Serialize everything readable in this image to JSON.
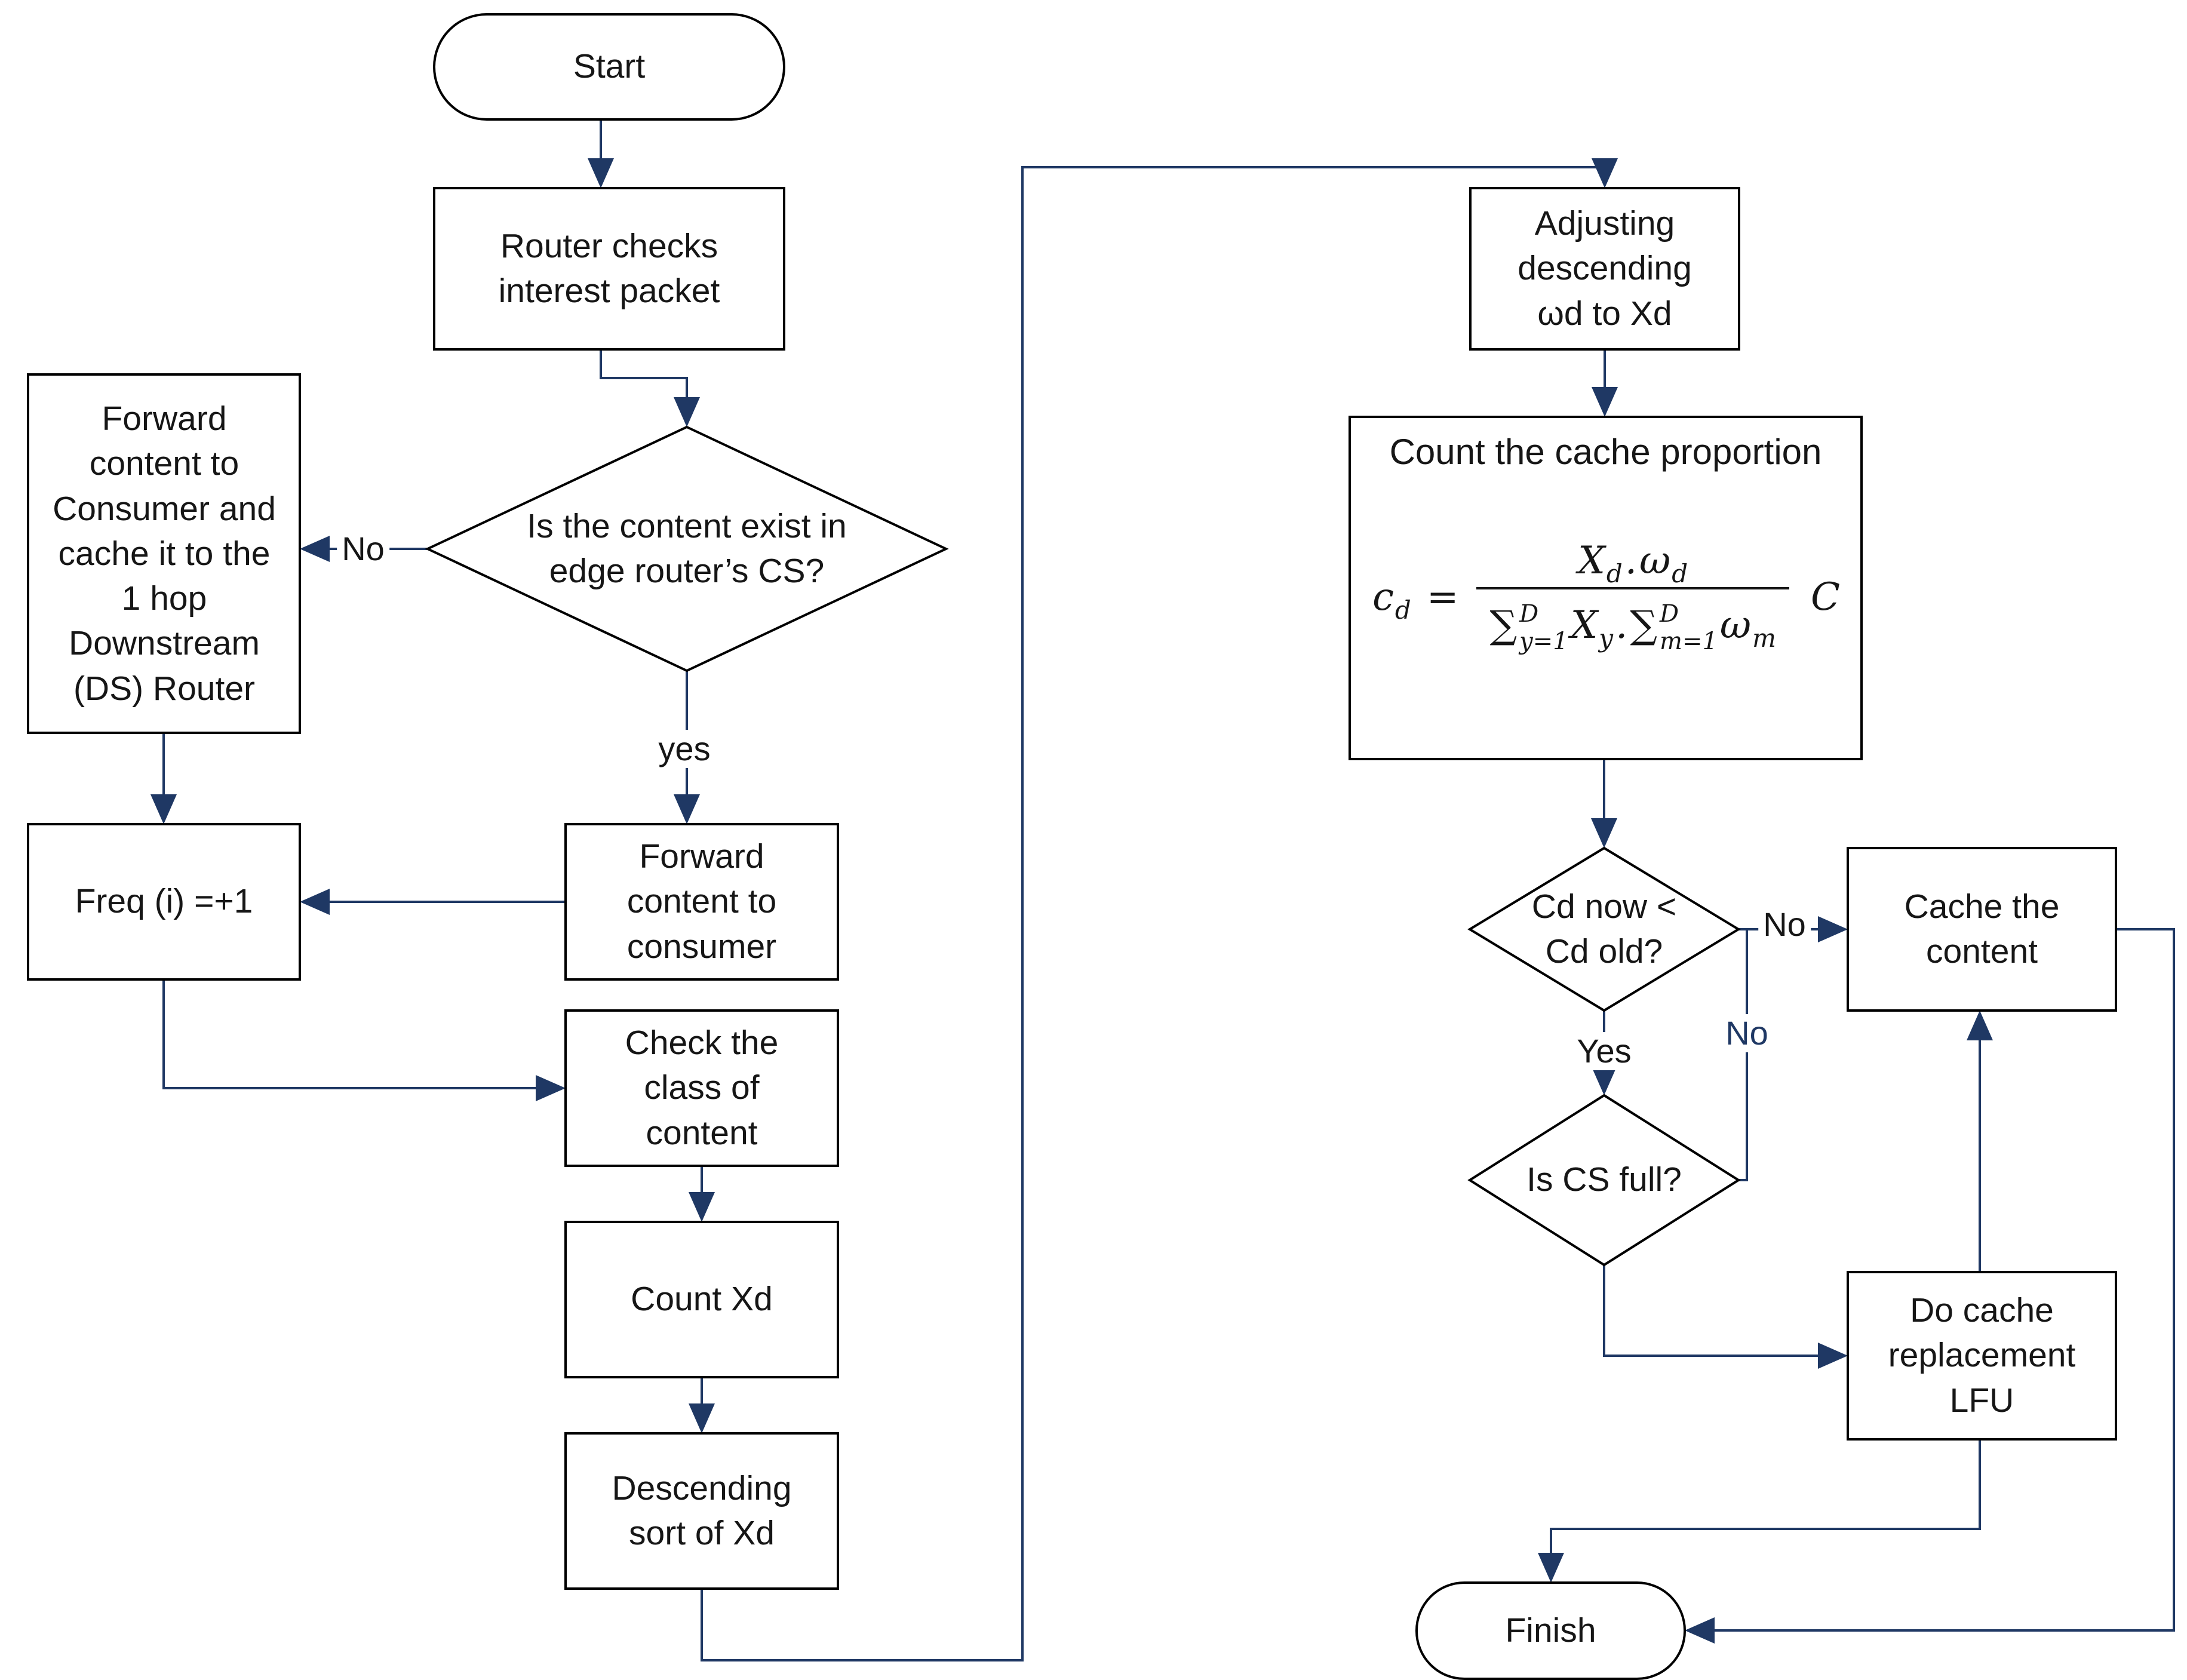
{
  "colors": {
    "connector": "#1f3864",
    "shape_border": "#000000",
    "text": "#161616",
    "background": "#ffffff",
    "edge_label_blue": "#1f3864"
  },
  "nodes": {
    "start": "Start",
    "router_checks": [
      "Router checks",
      "interest packet"
    ],
    "content_exists": [
      "Is the content exist in",
      "edge router’s CS?"
    ],
    "forward_downstream": [
      "Forward",
      "content to",
      "Consumer and",
      "cache it to the",
      "1 hop",
      "Downstream",
      "(DS) Router"
    ],
    "freq_increment": "Freq (i) =+1",
    "forward_consumer": [
      "Forward",
      "content to",
      "consumer"
    ],
    "check_class": [
      "Check the",
      "class of",
      "content"
    ],
    "count_xd": "Count Xd",
    "descending_sort": [
      "Descending",
      "sort of Xd"
    ],
    "adjusting": [
      "Adjusting",
      "descending",
      "ωd to Xd"
    ],
    "cache_proportion_title": "Count the cache proportion",
    "cd_compare": [
      "Cd now <",
      "Cd old?"
    ],
    "cache_content": [
      "Cache the",
      "content"
    ],
    "cs_full": "Is CS full?",
    "lfu_replacement": [
      "Do cache",
      "replacement",
      "LFU"
    ],
    "finish": "Finish"
  },
  "edge_labels": {
    "no_exist": "No",
    "yes_exist": "yes",
    "no_cd": "No",
    "no_cs_full": "No",
    "yes_cd": "Yes"
  },
  "formula": {
    "lhs": {
      "base": "c",
      "sub": "d"
    },
    "equals": "=",
    "numerator": [
      {
        "base": "X",
        "sub": "d"
      },
      {
        "base": "."
      },
      {
        "base": "ω",
        "sub": "d"
      }
    ],
    "denominator": [
      {
        "base": "∑",
        "sup": "D",
        "sub": "y=1",
        "upright": true
      },
      {
        "base": "X",
        "sub": "y"
      },
      {
        "base": "."
      },
      {
        "base": "∑",
        "sup": "D",
        "sub": "m=1",
        "upright": true
      },
      {
        "base": "ω",
        "sub": "m"
      }
    ],
    "multiplier": "C"
  }
}
